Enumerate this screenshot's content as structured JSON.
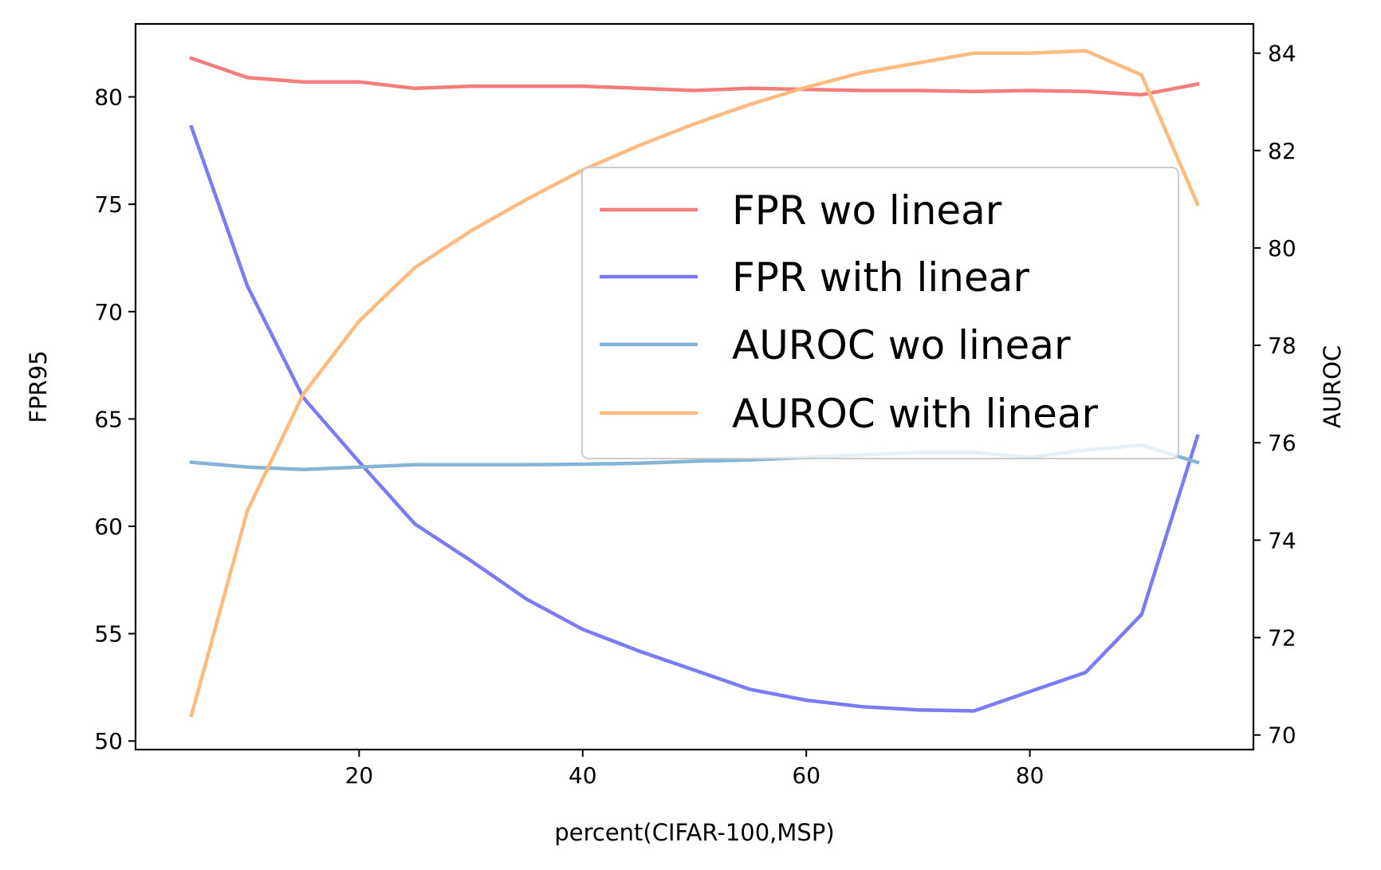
{
  "chart_data": {
    "type": "line",
    "title": "",
    "xlabel": "percent(CIFAR-100,MSP)",
    "ylabel": "FPR95",
    "y2label": "AUROC",
    "xlim": [
      0,
      100
    ],
    "ylim": [
      49.6,
      83.4
    ],
    "y2lim": [
      69.7,
      84.6
    ],
    "xticks": [
      20,
      40,
      60,
      80
    ],
    "yticks": [
      50,
      55,
      60,
      65,
      70,
      75,
      80
    ],
    "y2ticks": [
      70,
      72,
      74,
      76,
      78,
      80,
      82,
      84
    ],
    "grid": false,
    "legend_position": "upper-right",
    "x": [
      5,
      10,
      15,
      20,
      25,
      30,
      35,
      40,
      45,
      50,
      55,
      60,
      65,
      70,
      75,
      80,
      85,
      90,
      95
    ],
    "series": [
      {
        "name": "FPR wo linear",
        "axis": "left",
        "color": "#f47c7c",
        "values": [
          81.8,
          80.9,
          80.7,
          80.7,
          80.4,
          80.5,
          80.5,
          80.5,
          80.4,
          80.3,
          80.4,
          80.35,
          80.3,
          80.3,
          80.25,
          80.3,
          80.25,
          80.1,
          80.6
        ]
      },
      {
        "name": "FPR with linear",
        "axis": "left",
        "color": "#7b7bf3",
        "values": [
          78.6,
          71.2,
          66.0,
          63.0,
          60.1,
          58.4,
          56.6,
          55.2,
          54.2,
          53.3,
          52.4,
          51.9,
          51.6,
          51.45,
          51.4,
          52.3,
          53.2,
          55.9,
          64.2
        ]
      },
      {
        "name": "AUROC wo linear",
        "axis": "right",
        "color": "#86b4d4",
        "values": [
          75.6,
          75.5,
          75.45,
          75.5,
          75.55,
          75.55,
          75.55,
          75.56,
          75.58,
          75.62,
          75.65,
          75.7,
          75.75,
          75.8,
          75.8,
          75.7,
          75.85,
          75.95,
          75.6
        ]
      },
      {
        "name": "AUROC with linear",
        "axis": "right",
        "color": "#ffbb7f",
        "values": [
          70.4,
          74.6,
          77.0,
          78.5,
          79.6,
          80.35,
          81.0,
          81.6,
          82.1,
          82.55,
          82.95,
          83.3,
          83.6,
          83.8,
          84.0,
          84.0,
          84.05,
          83.55,
          80.9
        ]
      }
    ]
  }
}
